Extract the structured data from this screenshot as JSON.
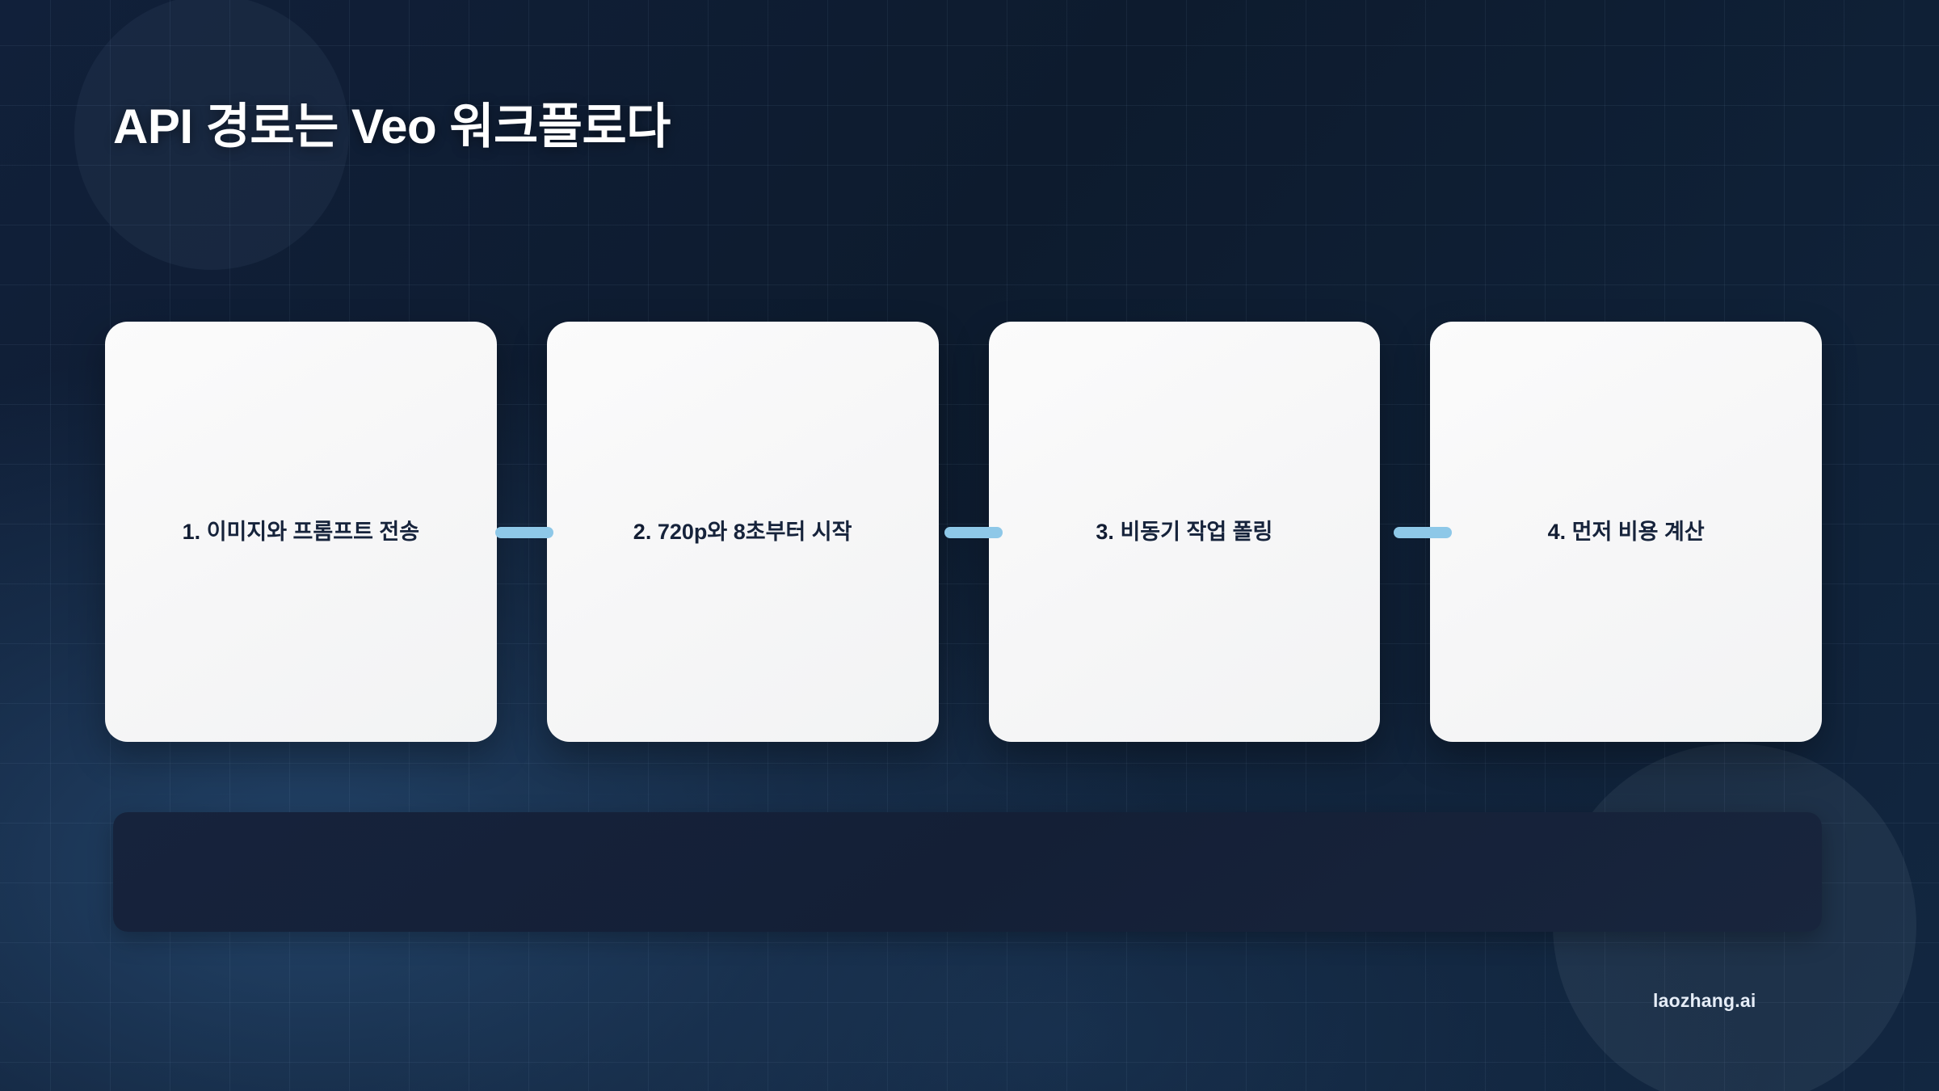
{
  "slide": {
    "title": "API 경로는 Veo 워크플로다",
    "watermark": "laozhang.ai",
    "colors": {
      "background_dark": "#0d1b2e",
      "background_glow": "#264a72",
      "card_surface": "#f7f7f8",
      "card_text": "#16233b",
      "connector_accent": "#8ec8e8",
      "bottom_panel": "#16233c",
      "title_text": "#ffffff",
      "grid_line": "#96b9dc"
    }
  },
  "steps": [
    {
      "number": "1.",
      "label": "이미지와 프롬프트 전송",
      "full": "1. 이미지와 프롬프트 전송"
    },
    {
      "number": "2.",
      "label": "720p와 8초부터 시작",
      "full": "2. 720p와 8초부터 시작"
    },
    {
      "number": "3.",
      "label": "비동기 작업 폴링",
      "full": "3. 비동기 작업 폴링"
    },
    {
      "number": "4.",
      "label": "먼저 비용 계산",
      "full": "4. 먼저 비용 계산"
    }
  ],
  "connectors": [
    {
      "between": "1-2"
    },
    {
      "between": "2-3"
    },
    {
      "between": "3-4"
    }
  ],
  "bottom_panel": {
    "content": ""
  }
}
